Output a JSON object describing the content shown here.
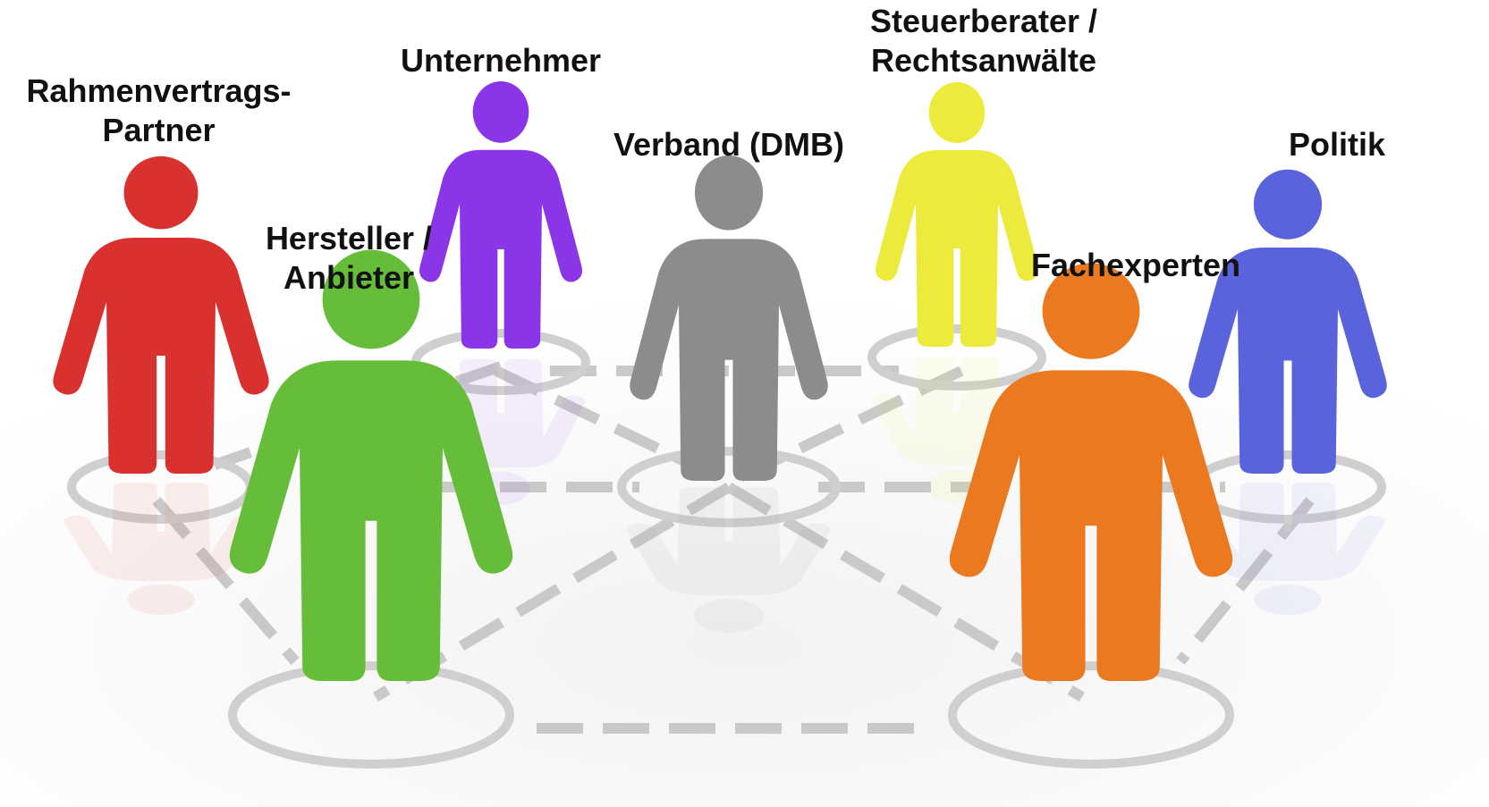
{
  "labels": {
    "rahmenvertrag_line1": "Rahmenvertrags-",
    "rahmenvertrag_line2": "Partner",
    "unternehmer": "Unternehmer",
    "hersteller_line1": "Hersteller /",
    "hersteller_line2": "Anbieter",
    "verband": "Verband (DMB)",
    "steuerberater_line1": "Steuerberater /",
    "steuerberater_line2": "Rechtsanwälte",
    "fachexperten": "Fachexperten",
    "politik": "Politik"
  },
  "figures": [
    {
      "id": "rahmenvertrag",
      "color": "#d9312f"
    },
    {
      "id": "unternehmer",
      "color": "#8a35e8"
    },
    {
      "id": "hersteller",
      "color": "#66bd3a"
    },
    {
      "id": "verband",
      "color": "#8c8c8c"
    },
    {
      "id": "steuerberater",
      "color": "#ecea3a"
    },
    {
      "id": "fachexperten",
      "color": "#ea7920"
    },
    {
      "id": "politik",
      "color": "#5a63dc"
    }
  ]
}
